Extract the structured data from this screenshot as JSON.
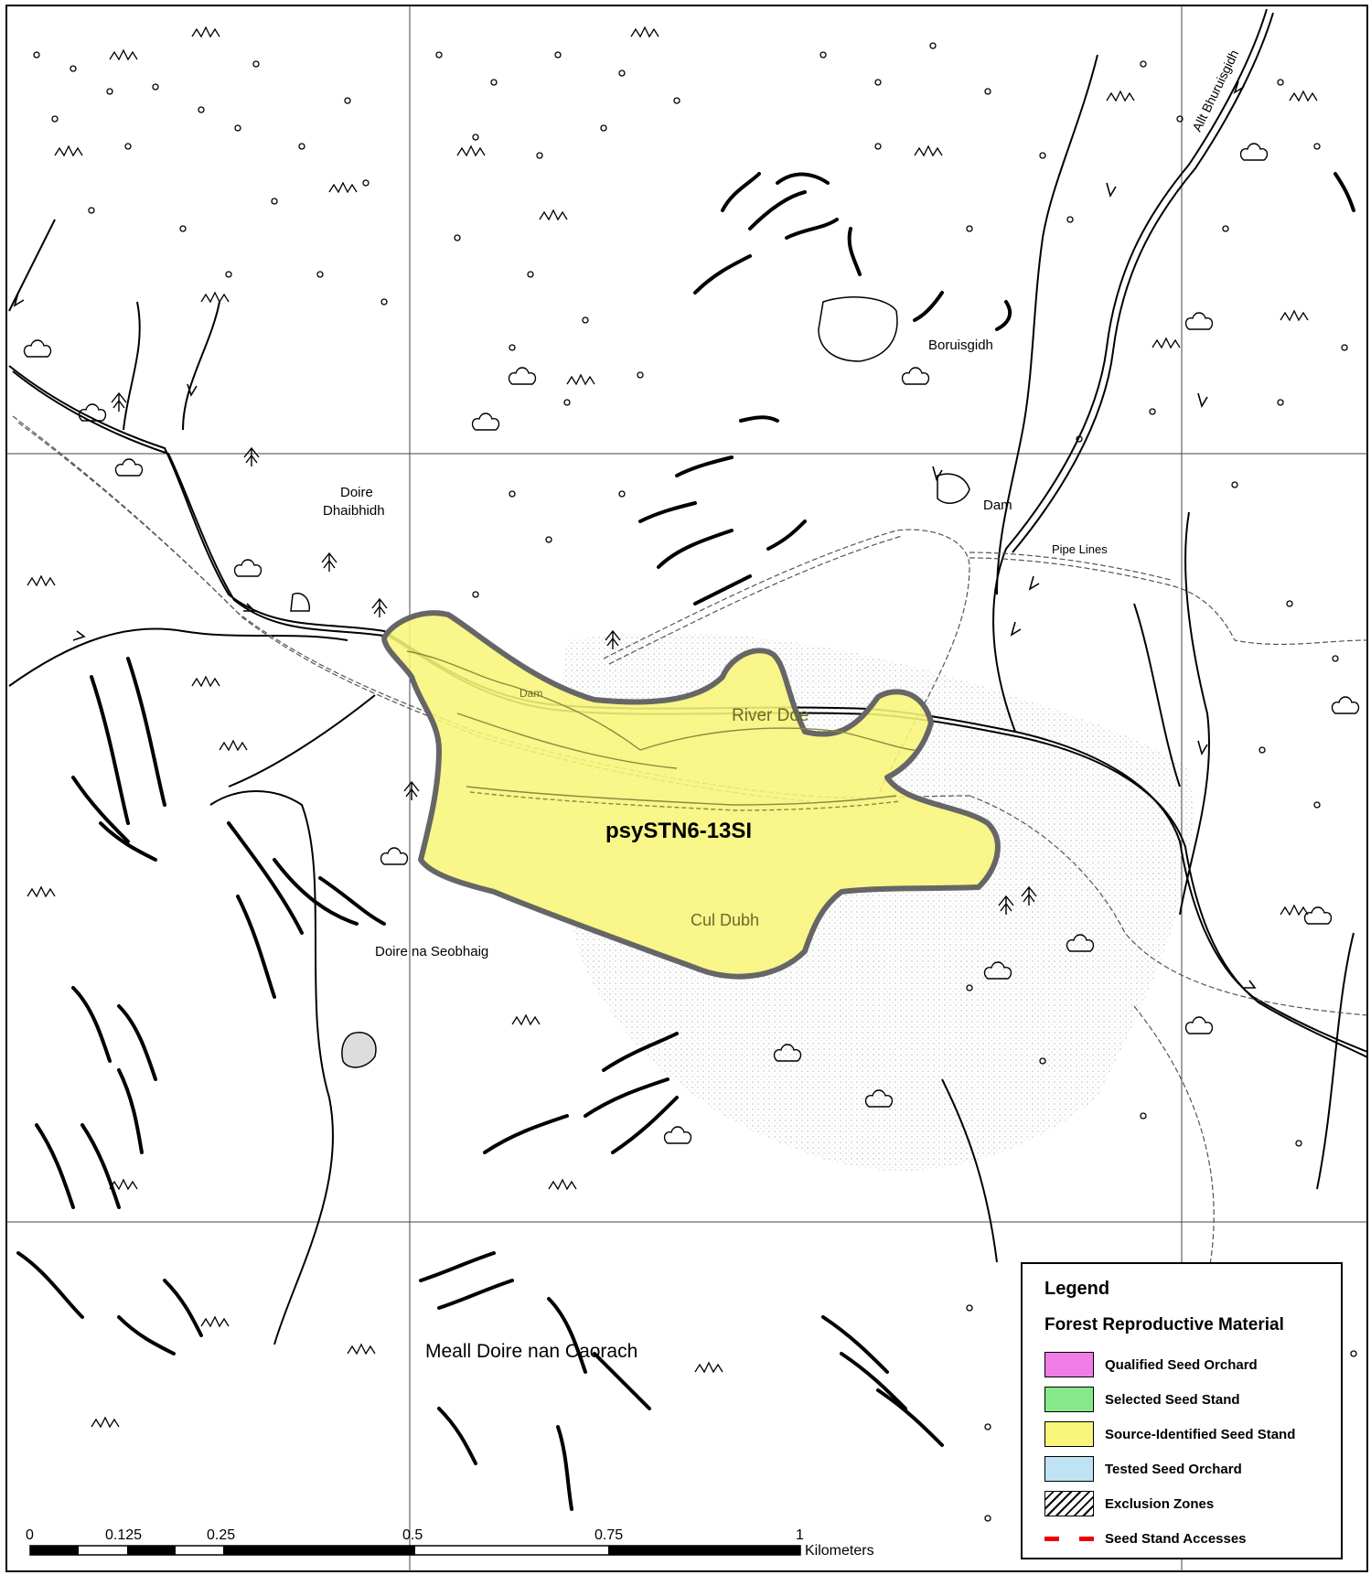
{
  "map": {
    "stand_label": "psySTN6-13SI",
    "places": {
      "boruisgidh": "Boruisgidh",
      "doire_dhaibhidh_1": "Doire",
      "doire_dhaibhidh_2": "Dhaibhidh",
      "dam_top": "Dam",
      "dam_stand": "Dam",
      "pipe_lines": "Pipe Lines",
      "allt": "Allt Bhuruisgidh",
      "river_doe": "River Doe",
      "cul_dubh": "Cul Dubh",
      "doire_na_seobhaig": "Doire na Seobhaig",
      "meall": "Meall Doire nan Caorach"
    }
  },
  "scale": {
    "ticks": [
      "0",
      "0.125",
      "0.25",
      "0.5",
      "0.75",
      "1"
    ],
    "unit": "Kilometers"
  },
  "legend": {
    "title": "Legend",
    "subtitle": "Forest Reproductive Material",
    "items": [
      {
        "label": "Qualified Seed Orchard",
        "color": "#f07ce6",
        "kind": "fill"
      },
      {
        "label": "Selected Seed Stand",
        "color": "#86e88a",
        "kind": "fill"
      },
      {
        "label": "Source-Identified Seed Stand",
        "color": "#f8f57a",
        "kind": "fill"
      },
      {
        "label": "Tested Seed Orchard",
        "color": "#bfe3f5",
        "kind": "fill"
      },
      {
        "label": "Exclusion Zones",
        "color": "#000000",
        "kind": "hatch"
      },
      {
        "label": "Seed Stand Accesses",
        "color": "#e00000",
        "kind": "dash"
      }
    ]
  }
}
